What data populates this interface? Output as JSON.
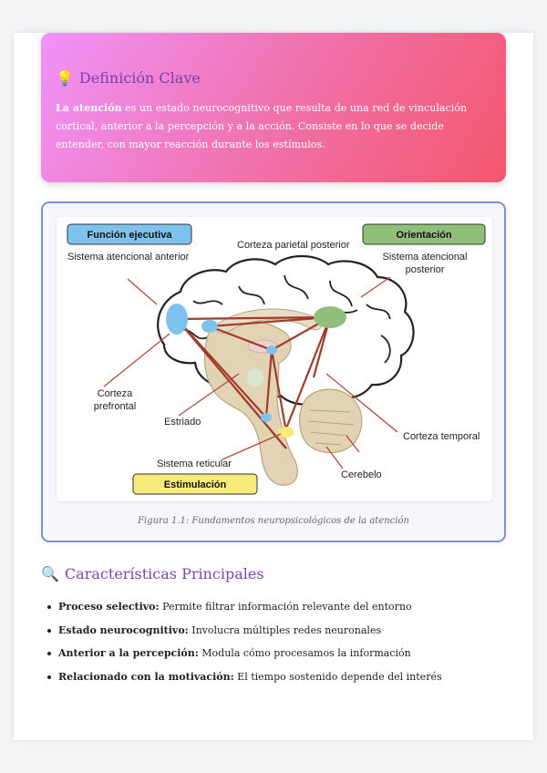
{
  "callout": {
    "icon": "lightbulb-icon",
    "title": "Definición Clave",
    "term": "La atención",
    "text": " es un estado neurocognitivo que resulta de una red de vinculación cortical, anterior a la percepción y a la acción. Consiste en lo que se decide entender, con mayor reacción durante los estímulos."
  },
  "figure": {
    "caption": "Figura 1.1: Fundamentos neuropsicológicos de la atención",
    "labels": {
      "funcion_ejecutiva": "Función ejecutiva",
      "orientacion": "Orientación",
      "estimulacion": "Estimulación",
      "corteza_parietal": "Corteza parietal posterior",
      "sistema_anterior": "Sistema atencional anterior",
      "sistema_posterior_1": "Sistema atencional",
      "sistema_posterior_2": "posterior",
      "corteza_prefrontal_1": "Corteza",
      "corteza_prefrontal_2": "prefrontal",
      "estriado": "Estriado",
      "corteza_temporal": "Corteza temporal",
      "sistema_reticular": "Sistema reticular",
      "cerebelo": "Cerebelo"
    },
    "colors": {
      "funcion_ejecutiva": "#7ec3ee",
      "orientacion": "#8fbf7a",
      "estimulacion": "#f7ec7a",
      "connections": "#a23a2c"
    }
  },
  "section": {
    "icon": "magnifier-icon",
    "title": "Características Principales",
    "items": [
      {
        "term": "Proceso selectivo:",
        "text": " Permite filtrar información relevante del entorno"
      },
      {
        "term": "Estado neurocognitivo:",
        "text": " Involucra múltiples redes neuronales"
      },
      {
        "term": "Anterior a la percepción:",
        "text": " Modula cómo procesamos la información"
      },
      {
        "term": "Relacionado con la motivación:",
        "text": " El tiempo sostenido depende del interés"
      }
    ]
  }
}
